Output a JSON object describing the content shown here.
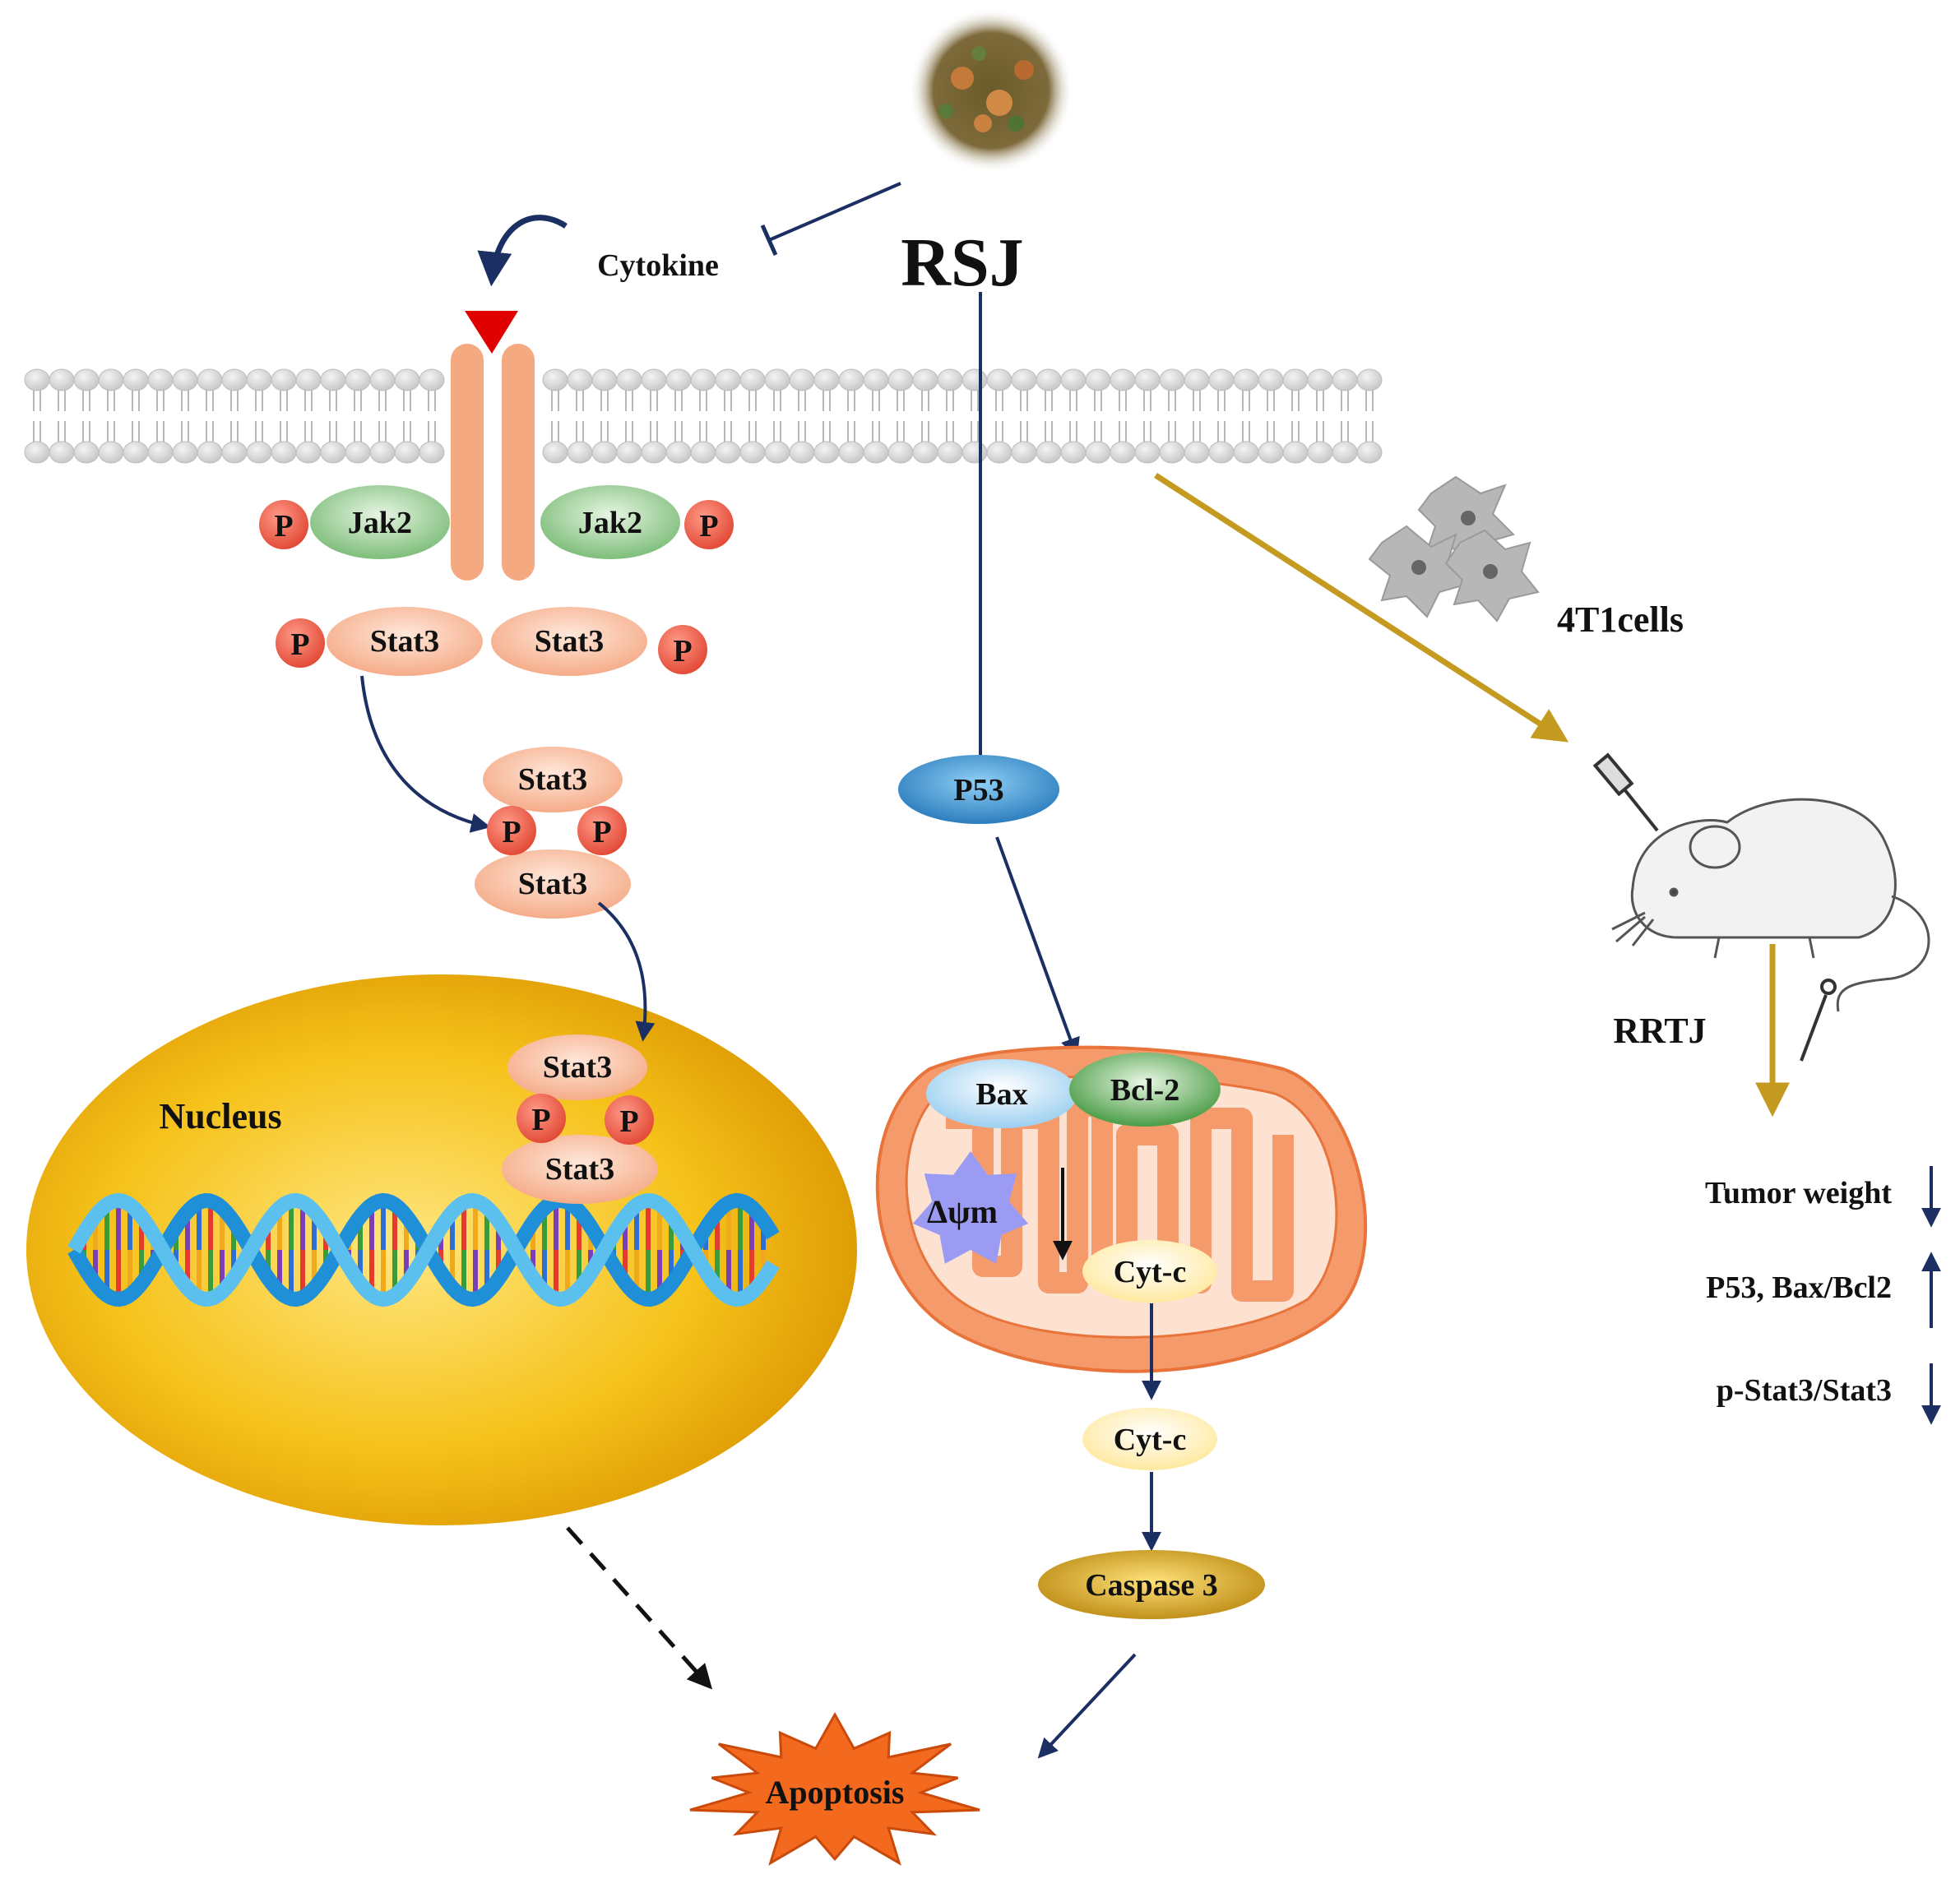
{
  "diagram": {
    "agent": "RSJ",
    "cytokine": "Cytokine",
    "phospho": "P",
    "jak2": "Jak2",
    "stat3": "Stat3",
    "nucleus": "Nucleus",
    "p53": "P53",
    "bax": "Bax",
    "bcl2": "Bcl-2",
    "dpsim": "Δψm",
    "cytc": "Cyt-c",
    "caspase3": "Caspase 3",
    "apoptosis": "Apoptosis",
    "cells": "4T1cells",
    "in_vivo": "RRTJ",
    "results": [
      {
        "label": "Tumor weight",
        "trend": "down"
      },
      {
        "label": "P53, Bax/Bcl2",
        "trend": "up"
      },
      {
        "label": "p-Stat3/Stat3",
        "trend": "down"
      }
    ],
    "colors": {
      "arrow": "#1b2f63",
      "gold_arrow": "#c49a20",
      "receptor": "#f4a981",
      "receptor_tip": "#e00000",
      "phospho": "#e8503a",
      "jak2": "#8fc68a",
      "stat3": "#f6b08d",
      "nucleus": "#f3b50e",
      "p53": "#2f86c6",
      "bax": "#9fd0ef",
      "bcl2": "#3f9f3c",
      "mito": "#f59a6b",
      "cytc": "#fff1b8",
      "caspase": "#c08a00",
      "apoptosis": "#f36a1e",
      "dpsim": "#9b9bf3"
    }
  }
}
